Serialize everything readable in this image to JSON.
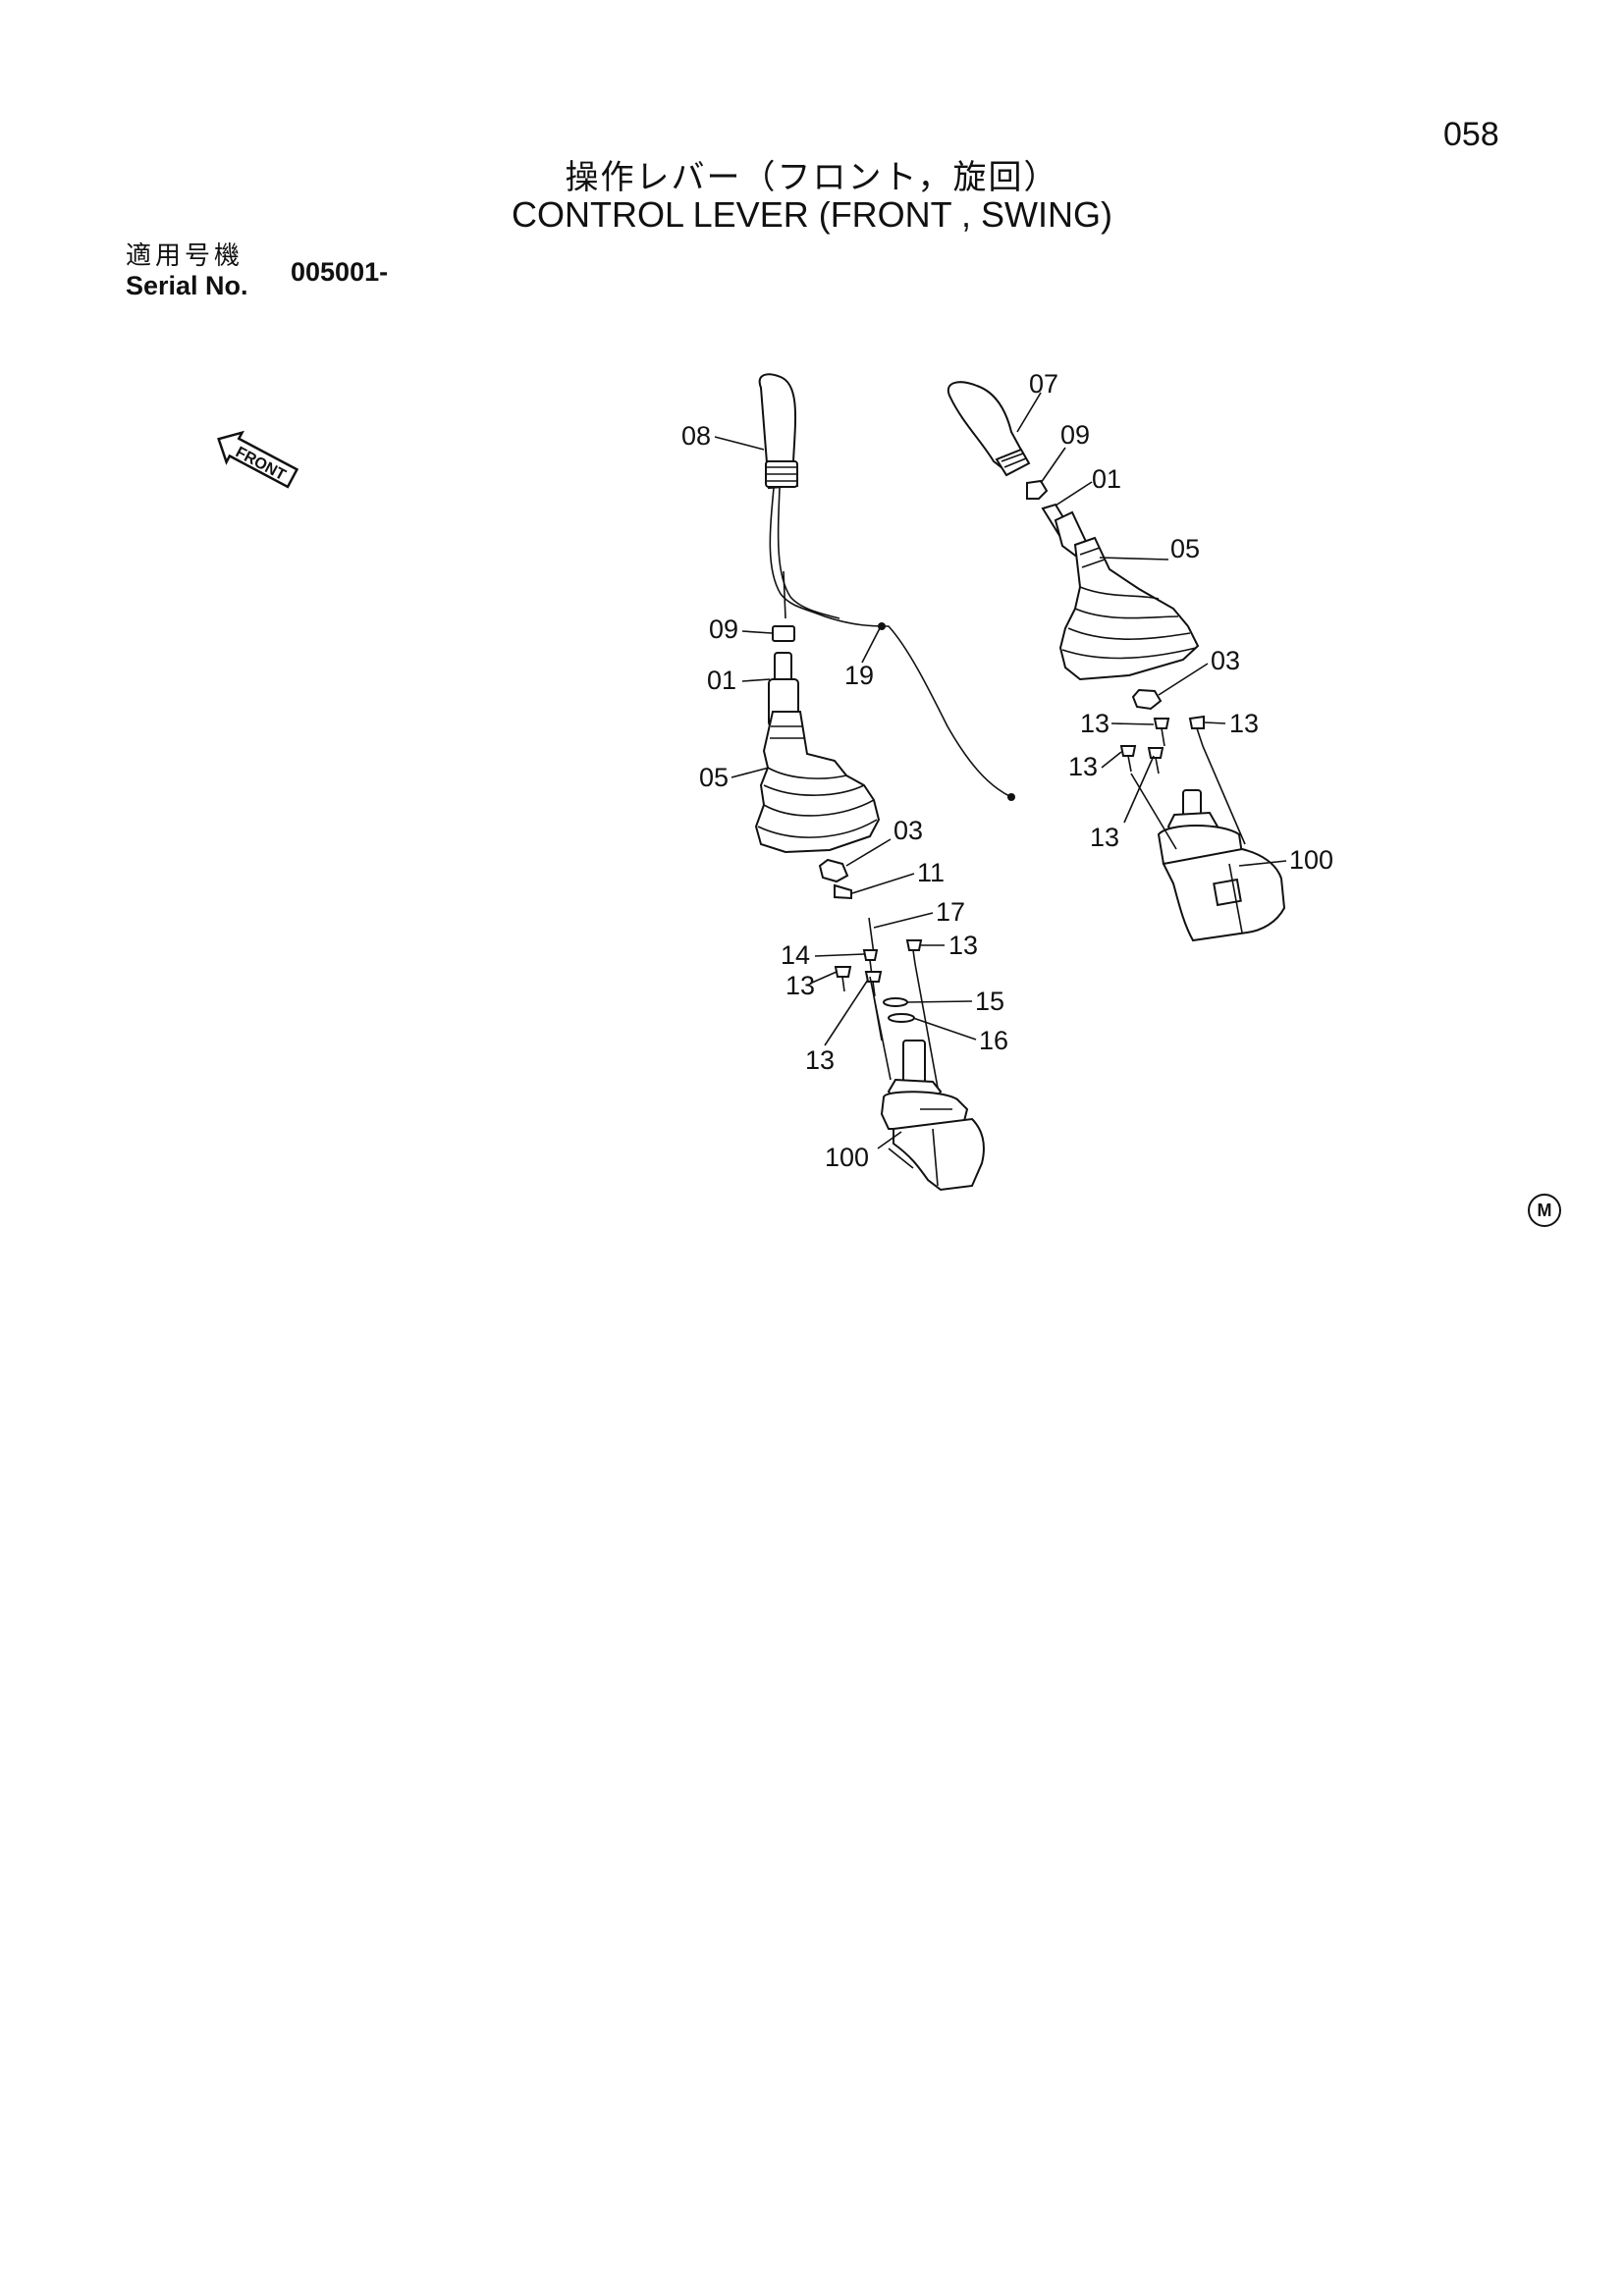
{
  "header": {
    "page_number": "058",
    "title_jp": "操作レバー（フロント，旋回）",
    "title_en": "CONTROL LEVER (FRONT , SWING)",
    "serial_label_jp": "適用号機",
    "serial_label_en": "Serial No.",
    "serial_value": "005001-"
  },
  "front_arrow": {
    "label": "FRONT"
  },
  "marks": {
    "m": "M"
  },
  "callouts": {
    "left_assembly": [
      "08",
      "09",
      "01",
      "19",
      "05",
      "03",
      "11",
      "17",
      "14",
      "13",
      "13",
      "13",
      "15",
      "16",
      "100"
    ],
    "right_assembly": [
      "07",
      "09",
      "01",
      "05",
      "03",
      "13",
      "13",
      "13",
      "13",
      "100"
    ]
  }
}
